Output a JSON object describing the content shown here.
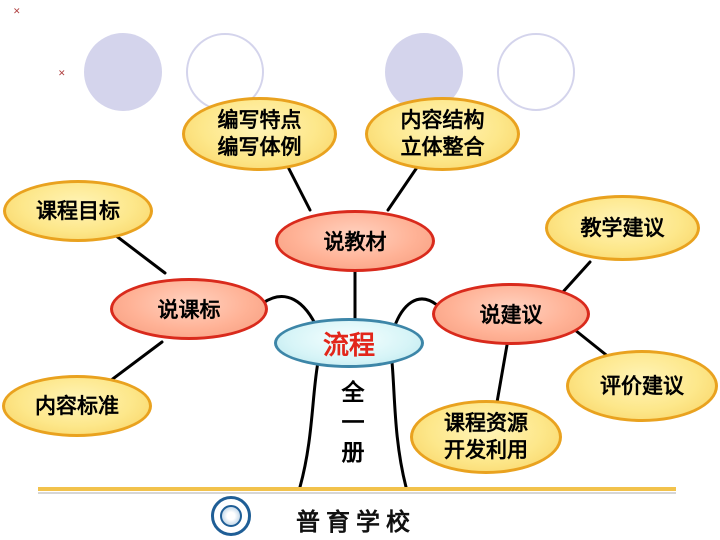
{
  "colors": {
    "leaf_fill": "#fde78a",
    "leaf_border": "#e9a21f",
    "mid_fill": "#ffb296",
    "mid_border": "#d92a1c",
    "hub_fill": "#d6f4f7",
    "hub_border": "#3d86a8",
    "hub_text": "#e2261a",
    "decor_circle": "#d4d4ec",
    "baseline": "#f2c24b",
    "seal": "#1f5e96"
  },
  "hub": {
    "label": "流程"
  },
  "trunk": {
    "label_lines": [
      "全",
      "一",
      "册"
    ]
  },
  "branches": {
    "left": {
      "label": "说课标",
      "leaves": [
        "课程目标",
        "内容标准"
      ]
    },
    "top": {
      "label": "说教材",
      "leaves": [
        [
          "编写特点",
          "编写体例"
        ],
        [
          "内容结构",
          "立体整合"
        ]
      ]
    },
    "right": {
      "label": "说建议",
      "leaves": [
        [
          "教学建议"
        ],
        [
          "评价建议"
        ],
        [
          "课程资源",
          "开发利用"
        ]
      ]
    }
  },
  "footer": {
    "school_name": "普育学校",
    "logo_icon": "school-seal-icon"
  }
}
